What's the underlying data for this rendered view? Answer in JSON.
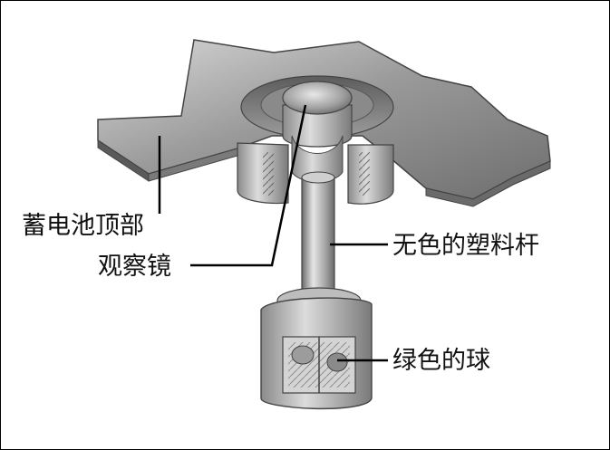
{
  "labels": {
    "battery_top": "蓄电池顶部",
    "sight_glass": "观察镜",
    "plastic_rod": "无色的塑料杆",
    "green_ball": "绿色的球"
  }
}
